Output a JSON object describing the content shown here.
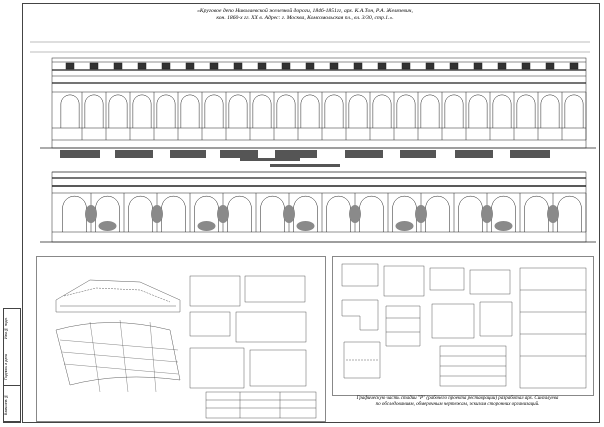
{
  "title": {
    "line1": "«Круговое депо Николаевской железной дороги, 1846-1851гг, арх. К.А.Тон, Р.А. Желязевич,",
    "line2": "кон. 1860-х гг. XX в. Адрес: г. Москва, Комсомольская пл., вл. 3/30, стр.1.»."
  },
  "stamp": {
    "cell1": "Изм.№ подл.",
    "cell2": "Подпись и дата",
    "cell3": "Взам.инв.№"
  },
  "caption": {
    "line1": "Графическую часть стадии \"Р\" (рабочего проекта реставрации) разработал арх. Сингалуева",
    "line2": "по обследованиям, обмерочным чертежам, эскизам сторонних организаций."
  },
  "colors": {
    "line": "#222222",
    "fill_dark": "#333333",
    "fill_mid": "#777777",
    "stain": "#8a8a8a",
    "paper": "#ffffff"
  }
}
